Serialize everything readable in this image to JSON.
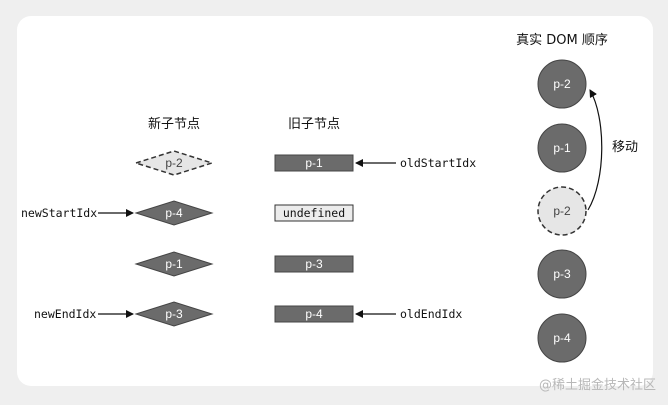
{
  "headings": {
    "new_children": "新子节点",
    "old_children": "旧子节点",
    "real_dom_order": "真实 DOM 顺序"
  },
  "new_nodes": [
    {
      "label": "p-2",
      "style": "dashed"
    },
    {
      "label": "p-4",
      "style": "solid"
    },
    {
      "label": "p-1",
      "style": "solid"
    },
    {
      "label": "p-3",
      "style": "solid"
    }
  ],
  "old_nodes": [
    {
      "label": "p-1",
      "style": "filled"
    },
    {
      "label": "undefined",
      "style": "empty"
    },
    {
      "label": "p-3",
      "style": "filled"
    },
    {
      "label": "p-4",
      "style": "filled"
    }
  ],
  "dom_nodes": [
    {
      "label": "p-2",
      "style": "solid"
    },
    {
      "label": "p-1",
      "style": "solid"
    },
    {
      "label": "p-2",
      "style": "dashed"
    },
    {
      "label": "p-3",
      "style": "solid"
    },
    {
      "label": "p-4",
      "style": "solid"
    }
  ],
  "pointers": {
    "new_start": "newStartIdx",
    "new_end": "newEndIdx",
    "old_start": "oldStartIdx",
    "old_end": "oldEndIdx"
  },
  "move_label": "移动",
  "watermark": "@稀土掘金技术社区",
  "colors": {
    "node_fill": "#6b6b6b",
    "dashed_fill": "#e6e6e6",
    "empty_fill": "#ececec",
    "stroke": "#333333"
  }
}
